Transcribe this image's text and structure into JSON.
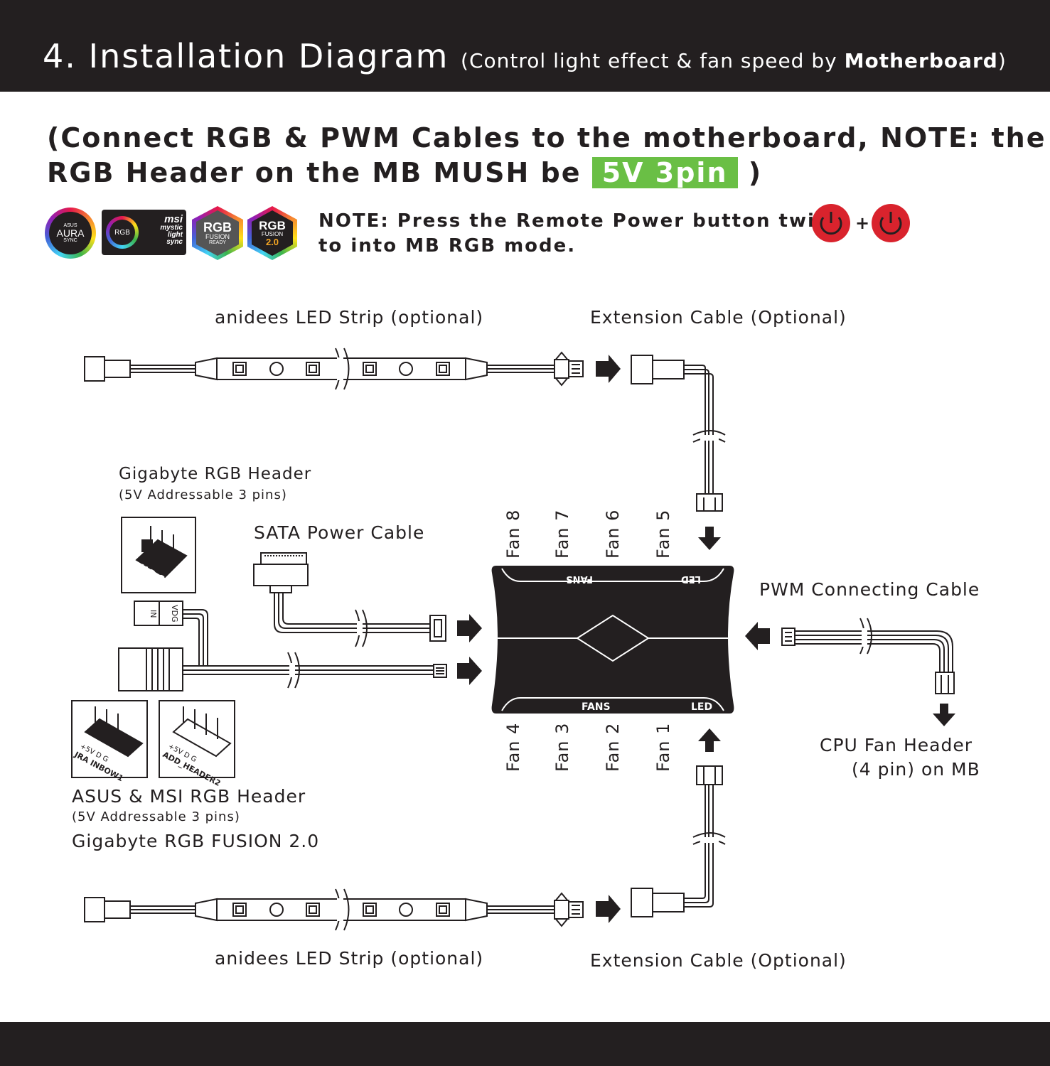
{
  "header": {
    "title": "4. Installation Diagram",
    "subtitle_prefix": "(Control light effect & fan speed by ",
    "subtitle_bold": "Motherboard",
    "subtitle_suffix": ")"
  },
  "intro": {
    "line1": "(Connect RGB & PWM Cables to the motherboard, NOTE: the",
    "line2": "RGB Header on the MB MUSH be ",
    "highlight": "5V 3pin",
    "line2_end": " )"
  },
  "note": {
    "line1": "NOTE: Press the Remote Power button twice",
    "line2": "to into MB RGB mode.",
    "plus": "+"
  },
  "logos": {
    "asus_top": "ASUS",
    "asus_main": "AURA",
    "asus_sub": "SYNC",
    "msi_rgb": "RGB",
    "msi_brand": "msi",
    "msi_l1": "mystic",
    "msi_l2": "light",
    "msi_l3": "sync",
    "gfx_rgb": "RGB",
    "gfx_fusion": "FUSION",
    "gfx_ready": "READY",
    "gf2_rgb": "RGB",
    "gf2_fusion": "FUSION",
    "gf2_ver": "2.0"
  },
  "labels": {
    "led_strip_top": "anidees LED Strip (optional)",
    "ext_top": "Extension Cable (Optional)",
    "gigabyte_header": "Gigabyte RGB Header",
    "gigabyte_header_sub": "(5V Addressable 3 pins)",
    "sata": "SATA Power Cable",
    "pwm": "PWM Connecting Cable",
    "cpu_fan_1": "CPU Fan Header",
    "cpu_fan_2": "(4 pin) on MB",
    "asus_msi": "ASUS & MSI RGB Header",
    "asus_msi_sub": "(5V Addressable 3 pins)",
    "gigabyte_fusion": "Gigabyte RGB FUSION 2.0",
    "led_strip_bottom": "anidees LED Strip (optional)",
    "ext_bottom": "Extension Cable (Optional)"
  },
  "hub": {
    "top_fans": "FANS",
    "top_led": "LED",
    "bottom_fans": "FANS",
    "bottom_led": "LED"
  },
  "fans_top": [
    "Fan 8",
    "Fan 7",
    "Fan 6",
    "Fan 5"
  ],
  "fans_bottom": [
    "Fan 4",
    "Fan 3",
    "Fan 2",
    "Fan 1"
  ],
  "pins": {
    "gb_pins": "V D G",
    "in_label": "IN",
    "vdg_label": "VDG",
    "jra_pins": "+5V D    G",
    "jra_name": "JRA INBOW1",
    "add_pins": "+5V D    G",
    "add_name": "ADD_HEADER2"
  },
  "colors": {
    "header_bg": "#231f20",
    "highlight": "#6abf45",
    "power_button": "#d9232d",
    "hub": "#231f20"
  }
}
